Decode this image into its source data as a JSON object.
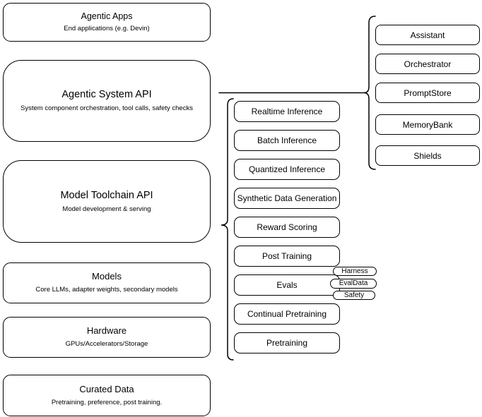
{
  "diagram": {
    "left_stack": [
      {
        "title": "Agentic Apps",
        "subtitle": "End applications (e.g. Devin)"
      },
      {
        "title": "Agentic System API",
        "subtitle": "System component orchestration, tool calls, safety checks"
      },
      {
        "title": "Model Toolchain API",
        "subtitle": "Model development & serving"
      },
      {
        "title": "Models",
        "subtitle": "Core LLMs, adapter weights, secondary models"
      },
      {
        "title": "Hardware",
        "subtitle": "GPUs/Accelerators/Storage"
      },
      {
        "title": "Curated Data",
        "subtitle": "Pretraining, preference, post training."
      }
    ],
    "toolchain_components": [
      {
        "label": "Realtime Inference"
      },
      {
        "label": "Batch Inference"
      },
      {
        "label": "Quantized Inference"
      },
      {
        "label": "Synthetic Data Generation"
      },
      {
        "label": "Reward Scoring"
      },
      {
        "label": "Post Training"
      },
      {
        "label": "Evals"
      },
      {
        "label": "Continual Pretraining"
      },
      {
        "label": "Pretraining"
      }
    ],
    "evals_tags": [
      {
        "label": "Harness"
      },
      {
        "label": "EvalData"
      },
      {
        "label": "Safety"
      }
    ],
    "system_components": [
      {
        "label": "Assistant"
      },
      {
        "label": "Orchestrator"
      },
      {
        "label": "PromptStore"
      },
      {
        "label": "MemoryBank"
      },
      {
        "label": "Shields"
      }
    ]
  },
  "colors": {
    "stroke": "#000000",
    "background": "#ffffff"
  }
}
